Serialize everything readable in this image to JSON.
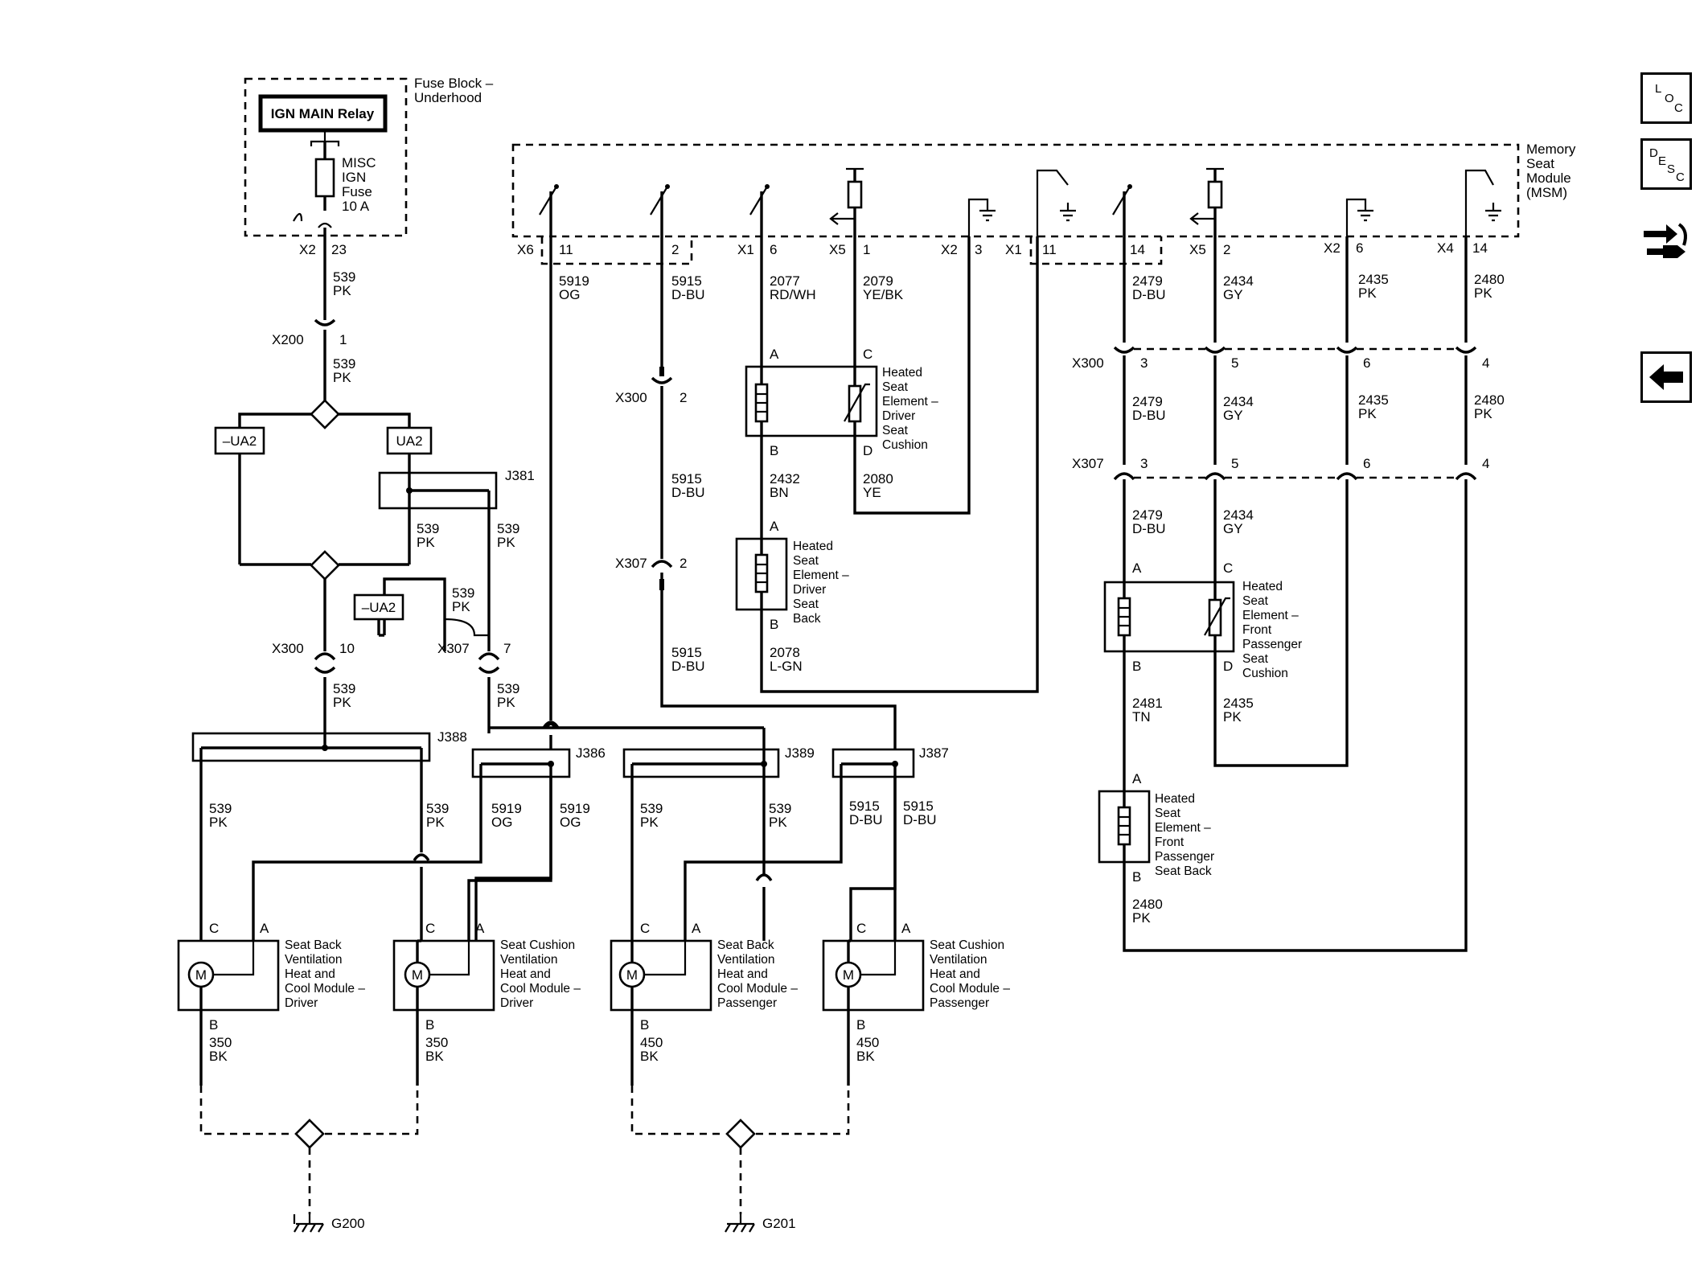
{
  "fuse_block": {
    "title": [
      "Fuse Block –",
      "Underhood"
    ],
    "relay": "IGN MAIN Relay",
    "fuse": [
      "MISC",
      "IGN",
      "Fuse",
      "10 A"
    ],
    "conn": "X2",
    "pin": "23"
  },
  "msm": {
    "title": [
      "Memory",
      "Seat",
      "Module",
      "(MSM)"
    ],
    "connectors": [
      {
        "conn": "X6",
        "pin": "11"
      },
      {
        "conn": "",
        "pin": "2"
      },
      {
        "conn": "X1",
        "pin": "6"
      },
      {
        "conn": "X5",
        "pin": "1"
      },
      {
        "conn": "X2",
        "pin": "3"
      },
      {
        "conn": "X1",
        "pin": "11"
      },
      {
        "conn": "",
        "pin": "14"
      },
      {
        "conn": "X5",
        "pin": "2"
      },
      {
        "conn": "X2",
        "pin": "6"
      },
      {
        "conn": "X4",
        "pin": "14"
      }
    ]
  },
  "wires": {
    "w539": [
      "539",
      "PK"
    ],
    "w5919": [
      "5919",
      "OG"
    ],
    "w5915": [
      "5915",
      "D-BU"
    ],
    "w2077": [
      "2077",
      "RD/WH"
    ],
    "w2079": [
      "2079",
      "YE/BK"
    ],
    "w2479": [
      "2479",
      "D-BU"
    ],
    "w2434": [
      "2434",
      "GY"
    ],
    "w2435": [
      "2435",
      "PK"
    ],
    "w2480": [
      "2480",
      "PK"
    ],
    "w2432": [
      "2432",
      "BN"
    ],
    "w2080": [
      "2080",
      "YE"
    ],
    "w2078": [
      "2078",
      "L-GN"
    ],
    "w2481": [
      "2481",
      "TN"
    ],
    "w350": [
      "350",
      "BK"
    ],
    "w450": [
      "450",
      "BK"
    ]
  },
  "inline_connectors": {
    "x200": {
      "name": "X200",
      "pin": "1"
    },
    "x300": "X300",
    "x307": "X307",
    "x300_pin10": "10",
    "x307_pin7": "7",
    "pins": [
      "2",
      "3",
      "5",
      "6",
      "4"
    ]
  },
  "options": {
    "not_ua2": "–UA2",
    "ua2": "UA2"
  },
  "splices": {
    "j381": "J381",
    "j388": "J388",
    "j386": "J386",
    "j389": "J389",
    "j387": "J387"
  },
  "pin_letters": {
    "a": "A",
    "b": "B",
    "c": "C",
    "d": "D"
  },
  "heaters": {
    "driver_cushion": [
      "Heated",
      "Seat",
      "Element –",
      "Driver",
      "Seat",
      "Cushion"
    ],
    "driver_back": [
      "Heated",
      "Seat",
      "Element –",
      "Driver",
      "Seat",
      "Back"
    ],
    "pass_cushion": [
      "Heated",
      "Seat",
      "Element –",
      "Front",
      "Passenger",
      "Seat",
      "Cushion"
    ],
    "pass_back": [
      "Heated",
      "Seat",
      "Element –",
      "Front",
      "Passenger",
      "Seat Back"
    ]
  },
  "motors": {
    "symbol": "M",
    "m1": [
      "Seat Back",
      "Ventilation",
      "Heat and",
      "Cool Module –",
      "Driver"
    ],
    "m2": [
      "Seat Cushion",
      "Ventilation",
      "Heat and",
      "Cool Module –",
      "Driver"
    ],
    "m3": [
      "Seat Back",
      "Ventilation",
      "Heat and",
      "Cool Module –",
      "Passenger"
    ],
    "m4": [
      "Seat Cushion",
      "Ventilation",
      "Heat and",
      "Cool Module –",
      "Passenger"
    ]
  },
  "grounds": {
    "g200": "G200",
    "g201": "G201"
  },
  "side_buttons": {
    "loc": [
      "L",
      "O",
      "C"
    ],
    "desc": [
      "D",
      "E",
      "S",
      "C"
    ],
    "icons": [
      "connector-end-view-icon",
      "back-arrow-icon"
    ]
  }
}
